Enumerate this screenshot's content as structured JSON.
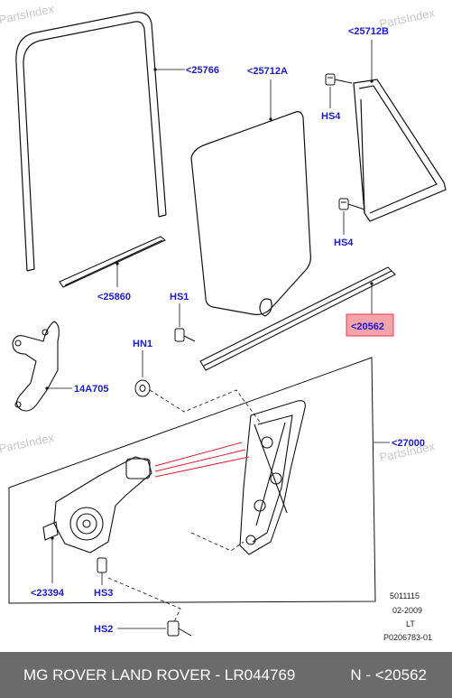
{
  "watermarks": [
    "PartsIndex",
    "PartsIndex",
    "PartsIndex",
    "PartsIndex"
  ],
  "callouts": {
    "c25766": "<25766",
    "c25712A": "<25712A",
    "c25712B": "<25712B",
    "c25860": "<25860",
    "c20562": "<20562",
    "c14A705": "14A705",
    "c27000": "<27000",
    "c23394": "<23394",
    "hs4_top": "HS4",
    "hs4_bottom": "HS4",
    "hs1": "HS1",
    "hn1": "HN1",
    "hs3": "HS3",
    "hs2": "HS2"
  },
  "meta": {
    "line1": "5011115",
    "line2": "02-2009",
    "line3": "LT",
    "line4": "P0206783-01"
  },
  "footer": {
    "brand": "MG ROVER LAND ROVER - LR044769",
    "part": "N - <20562"
  },
  "colors": {
    "callout": "#1a1acc",
    "highlight_fill": "#f4a3a7",
    "highlight_border": "#e0404a",
    "footer_bg": "#6b6b6b"
  }
}
